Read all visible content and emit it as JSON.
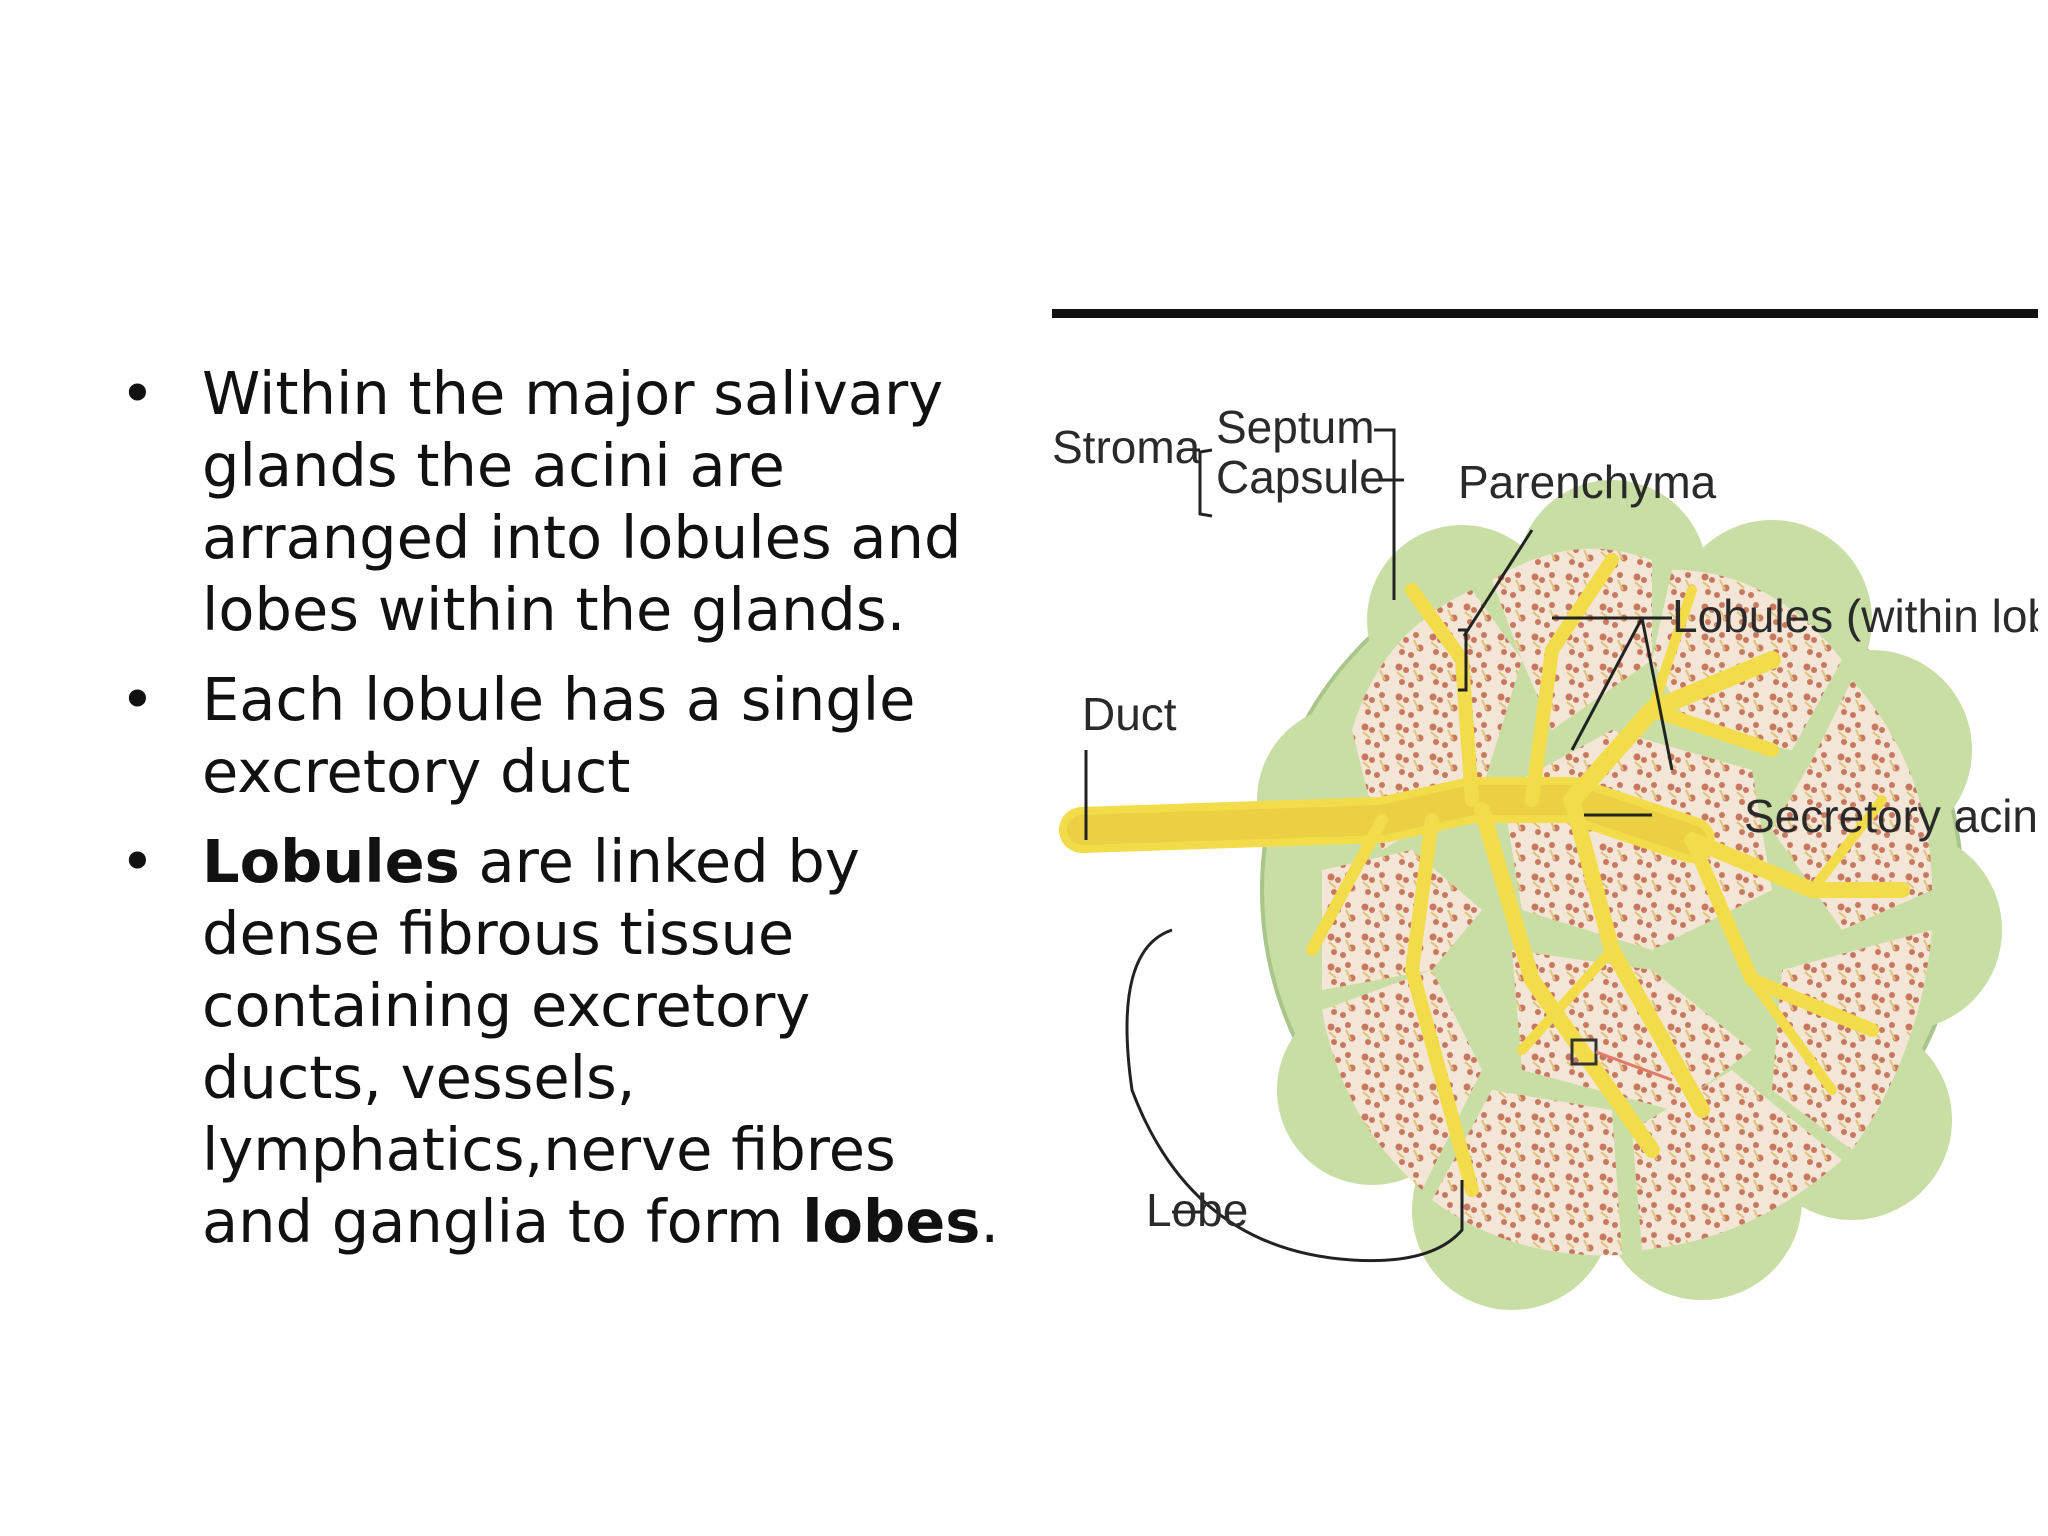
{
  "bullets": [
    {
      "text": "Within the major salivary glands the acini are arranged into lobules and lobes within the glands.",
      "lines": [
        "Within the major salivary",
        "glands the acini are",
        "arranged into lobules and",
        "lobes within the glands."
      ]
    },
    {
      "text": "Each lobule has a single excretory duct",
      "lines": [
        "Each lobule has a single",
        "excretory duct"
      ]
    },
    {
      "bold_start": "Lobules",
      "lines_after_bold": [
        " are linked by",
        "dense fibrous tissue",
        "containing excretory",
        "ducts, vessels,",
        "lymphatics,nerve fibres",
        "and ganglia to form "
      ],
      "bold_end": "lobes",
      "end_punct": "."
    }
  ],
  "bullet_glyph": "•",
  "diagram": {
    "labels": {
      "stroma": "Stroma",
      "septum": "Septum",
      "capsule": "Capsule",
      "parenchyma": "Parenchyma",
      "lobules": "Lobules (within lobe)",
      "duct": "Duct",
      "secretory_acini": "Secretory acini",
      "lobe": "Lobe"
    },
    "colors": {
      "capsule_green": "#c9dea5",
      "lobule_fill": "#f3e6d6",
      "duct_yellow": "#f2dc4a",
      "acini_red": "#c8785f"
    }
  }
}
